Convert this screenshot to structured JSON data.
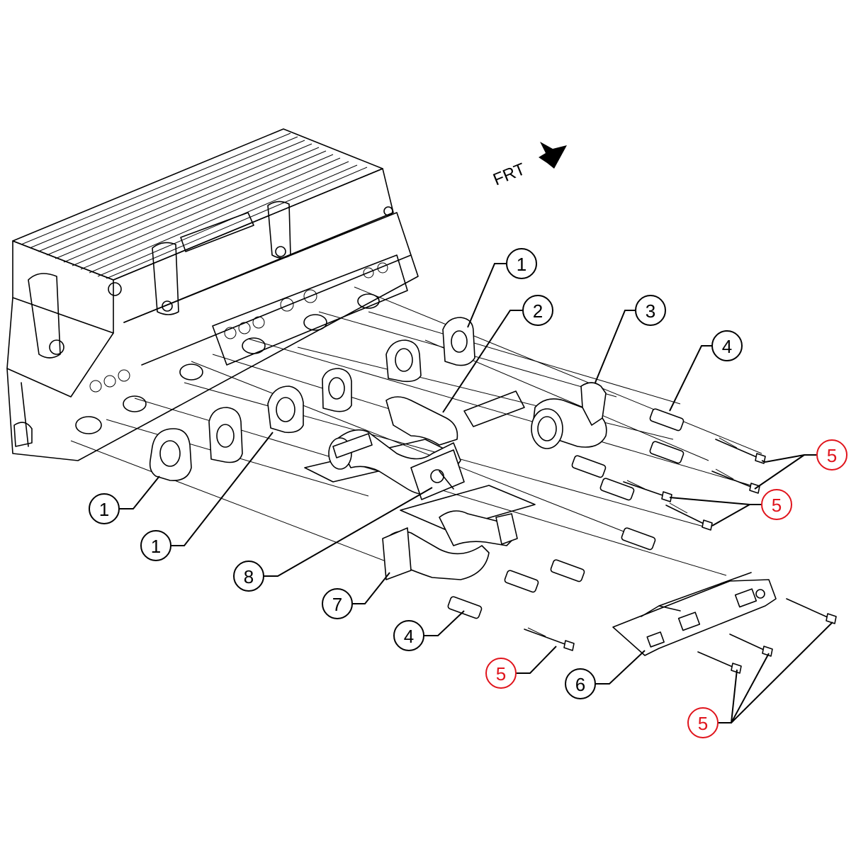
{
  "orientation": {
    "label": "FRT",
    "icon": "arrow-icon"
  },
  "callouts": [
    {
      "id": "c1a",
      "label": "1",
      "color": "#000000"
    },
    {
      "id": "c2",
      "label": "2",
      "color": "#000000"
    },
    {
      "id": "c3",
      "label": "3",
      "color": "#000000"
    },
    {
      "id": "c4a",
      "label": "4",
      "color": "#000000"
    },
    {
      "id": "c5a",
      "label": "5",
      "color": "#e0141c"
    },
    {
      "id": "c5b",
      "label": "5",
      "color": "#e0141c"
    },
    {
      "id": "c1b",
      "label": "1",
      "color": "#000000"
    },
    {
      "id": "c1c",
      "label": "1",
      "color": "#000000"
    },
    {
      "id": "c8",
      "label": "8",
      "color": "#000000"
    },
    {
      "id": "c7",
      "label": "7",
      "color": "#000000"
    },
    {
      "id": "c4b",
      "label": "4",
      "color": "#000000"
    },
    {
      "id": "c5c",
      "label": "5",
      "color": "#e0141c"
    },
    {
      "id": "c6",
      "label": "6",
      "color": "#000000"
    },
    {
      "id": "c5d",
      "label": "5",
      "color": "#e0141c"
    }
  ]
}
